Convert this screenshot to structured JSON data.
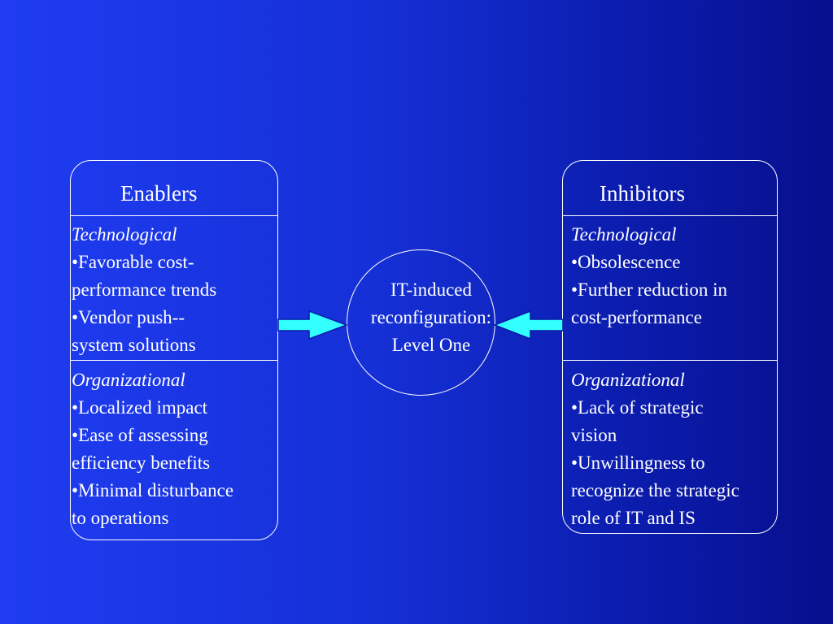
{
  "enablers": {
    "title": "Enablers",
    "technological": {
      "label": "Technological",
      "lines": [
        "•Favorable cost-",
        "performance trends",
        "•Vendor push--",
        "system solutions"
      ]
    },
    "organizational": {
      "label": "Organizational",
      "lines": [
        "•Localized impact",
        "•Ease of assessing",
        "efficiency benefits",
        "•Minimal disturbance",
        "to operations"
      ]
    }
  },
  "inhibitors": {
    "title": "Inhibitors",
    "technological": {
      "label": "Technological",
      "lines": [
        "•Obsolescence",
        "•Further reduction in",
        "cost-performance"
      ]
    },
    "organizational": {
      "label": "Organizational",
      "lines": [
        "•Lack of strategic",
        "vision",
        "•Unwillingness to",
        "recognize the strategic",
        "role of IT and IS"
      ]
    }
  },
  "center": {
    "lines": [
      "IT-induced",
      "reconfiguration:",
      "Level One"
    ]
  },
  "colors": {
    "arrow_fill": "#33ffff",
    "line": "#ffffff"
  }
}
